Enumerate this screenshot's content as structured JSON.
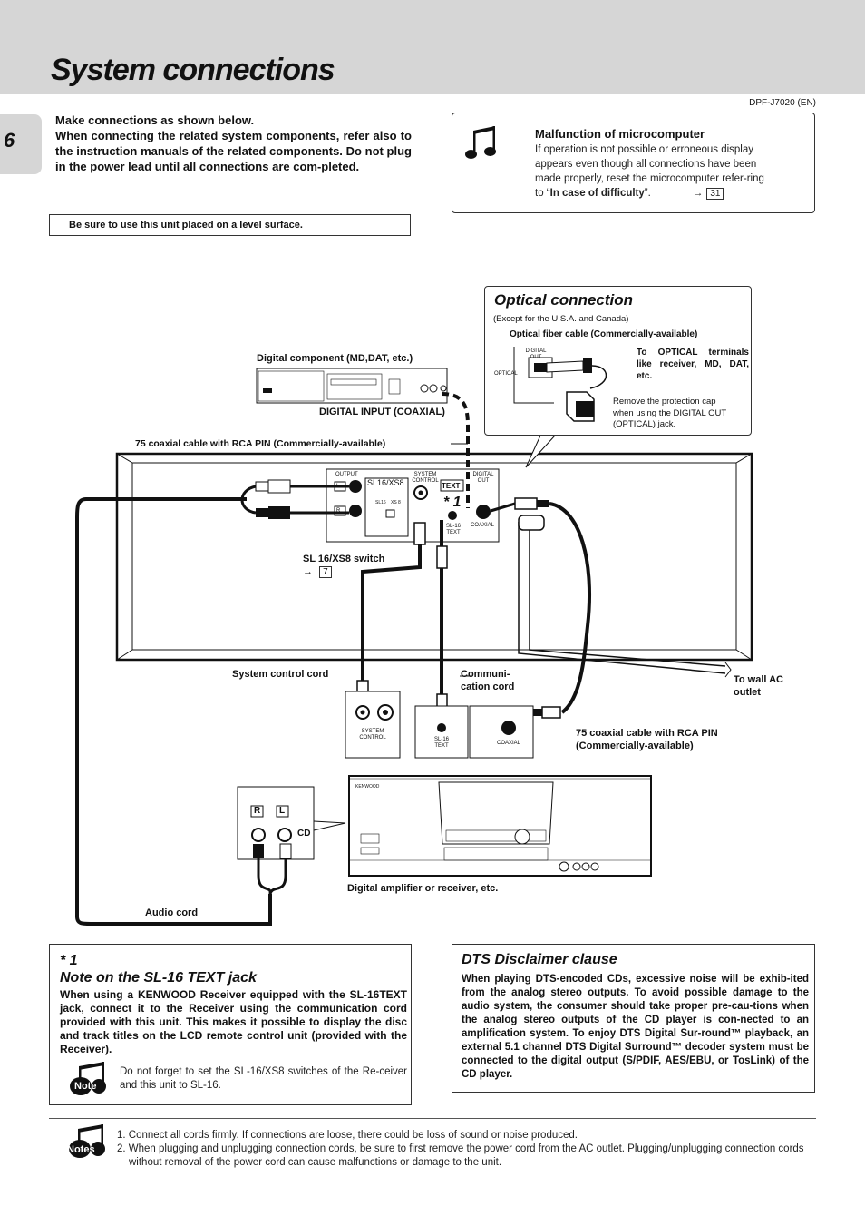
{
  "header": {
    "title": "System connections",
    "page_number": "6",
    "model_code": "DPF-J7020 (EN)"
  },
  "intro": {
    "lines": [
      "Make connections as shown below.",
      "When connecting the related system components, refer also to the instruction manuals of the related components. Do not plug in the power lead until all connections are com-pleted."
    ],
    "level_notice": "Be sure to use this unit placed on a level surface."
  },
  "malfunction": {
    "title": "Malfunction of microcomputer",
    "body": "If operation is not possible or erroneous display appears even though all connections have been made properly, reset the microcomputer refer-ring to “",
    "link_text": "In case of difficulty",
    "body_end": "”.",
    "page_ref": "31"
  },
  "optical": {
    "title": "Optical connection",
    "subtitle": "(Except for the U.S.A. and Canada)",
    "cable_label": "Optical fiber cable (Commercially-available)",
    "digital_out_label": "DIGITAL OUT",
    "optical_label": "OPTICAL",
    "to_optical": "To OPTICAL terminals like receiver, MD, DAT, etc.",
    "protection_cap": "Remove the protection cap when using the DIGITAL OUT (OPTICAL) jack."
  },
  "diagram": {
    "digital_component": "Digital component (MD,DAT, etc.)",
    "digital_input": "DIGITAL INPUT (COAXIAL)",
    "coax_cable_top": "75    coaxial cable with RCA PIN (Commercially-available)",
    "sl16_switch": "SL 16/XS8 switch",
    "switch_ref": "7",
    "system_control_cord": "System control cord",
    "communication_cord": "Communi-cation cord",
    "to_wall": "To wall AC outlet",
    "coax_cable_bottom": "75    coaxial cable with RCA PIN (Commercially-available)",
    "amp_label": "Digital amplifier or receiver, etc.",
    "audio_cord": "Audio cord",
    "panel": {
      "output": "OUTPUT",
      "system_control": "SYSTEM CONTROL",
      "digital_out": "DIGITAL OUT",
      "text_badge": "TEXT",
      "sl16_xs8": "SL16/XS8",
      "sl16": "SL16",
      "xs8": "XS 8",
      "sl16_text": "SL-16 TEXT",
      "coaxial": "COAXIAL",
      "star": "* 1",
      "l": "L",
      "r": "R"
    },
    "receiver": {
      "system_control": "SYSTEM CONTROL",
      "sl16_text": "SL-16 TEXT",
      "coaxial": "COAXIAL",
      "r": "R",
      "l": "L",
      "cd": "CD",
      "brand": "KENWOOD"
    }
  },
  "sl16_note": {
    "star": "* 1",
    "title": "Note on the SL-16 TEXT jack",
    "body": "When using a KENWOOD Receiver equipped with the SL-16TEXT jack, connect it to the Receiver using the communication cord provided with this unit. This makes it possible to display the disc and track titles on the LCD remote control unit (provided with the Receiver).",
    "icon_label": "Note",
    "note": "Do not forget to set the SL-16/XS8 switches of the Re-ceiver and this unit to SL-16."
  },
  "dts": {
    "title": "DTS Disclaimer clause",
    "body": "When playing DTS-encoded CDs, excessive noise will be exhib-ited from the analog stereo outputs. To avoid possible damage to the audio system, the consumer should take proper pre-cau-tions when the analog stereo outputs of the CD player is con-nected to an amplification system. To enjoy DTS Digital Sur-round™ playback, an external 5.1 channel DTS Digital Surround™ decoder system must be connected to the digital output (S/PDIF, AES/EBU, or TosLink) of the CD player."
  },
  "notes": {
    "icon_label": "Notes",
    "items": [
      "1. Connect all cords firmly. If connections are loose, there could be loss of sound or noise produced.",
      "2. When plugging and unplugging connection cords, be sure to first remove the power cord from the AC outlet. Plugging/unplugging connection cords without removal of the power cord can cause malfunctions or damage to the unit."
    ]
  }
}
